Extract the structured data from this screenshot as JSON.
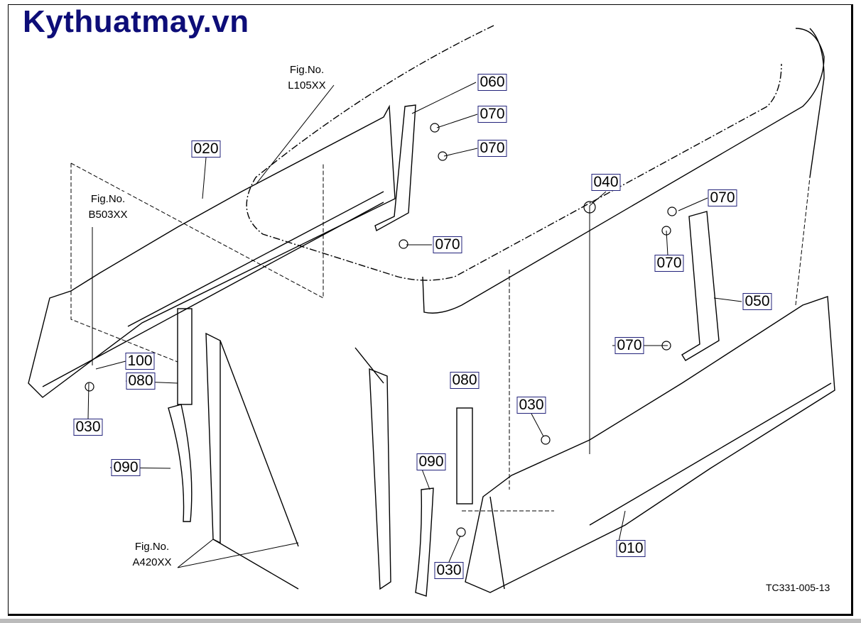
{
  "logo": "Kythuatmay.vn",
  "drawing_code": "TC331-005-13",
  "figure_refs": [
    {
      "line1": "Fig.No.",
      "line2": "L105XX"
    },
    {
      "line1": "Fig.No.",
      "line2": "B503XX"
    },
    {
      "line1": "Fig.No.",
      "line2": "A420XX"
    }
  ],
  "part_labels": [
    "060",
    "070",
    "070",
    "070",
    "070",
    "070",
    "070",
    "020",
    "040",
    "050",
    "100",
    "080",
    "080",
    "030",
    "030",
    "030",
    "090",
    "090",
    "010"
  ],
  "colors": {
    "logo": "#0d0d78",
    "label_border": "#22227a"
  }
}
